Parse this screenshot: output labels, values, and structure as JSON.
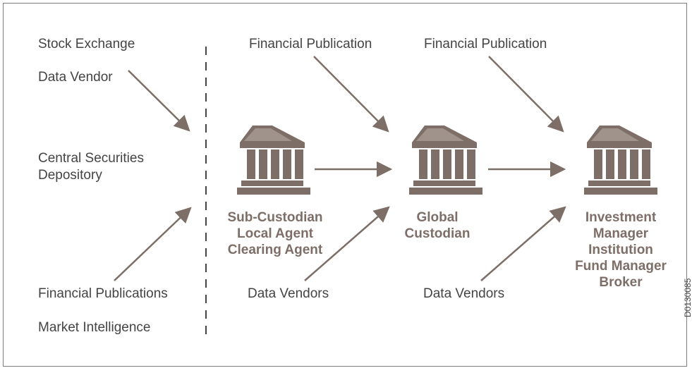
{
  "left": {
    "stock_exchange": "Stock Exchange",
    "data_vendor": "Data Vendor",
    "central_securities": "Central Securities\nDepository",
    "financial_publications": "Financial Publications",
    "market_intelligence": "Market Intelligence"
  },
  "top": {
    "financial_publication_1": "Financial Publication",
    "financial_publication_2": "Financial Publication"
  },
  "bottom": {
    "data_vendors_1": "Data Vendors",
    "data_vendors_2": "Data Vendors"
  },
  "nodes": {
    "sub_custodian": "Sub-Custodian\nLocal Agent\nClearing Agent",
    "global_custodian": "Global\nCustodian",
    "investment_manager": "Investment\nManager\nInstitution\nFund Manager\nBroker"
  },
  "figure_code": "D0130085",
  "colors": {
    "building": "#7d6e67",
    "arrow": "#7d6e67",
    "text": "#444444"
  }
}
